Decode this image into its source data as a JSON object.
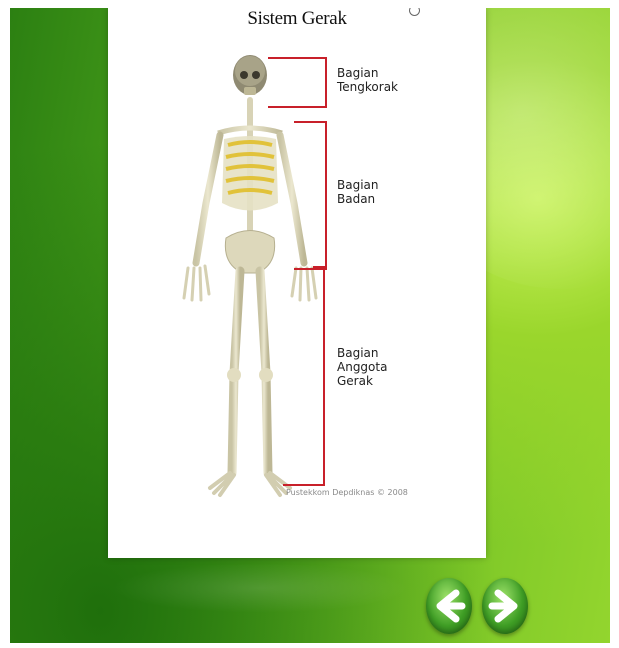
{
  "slide": {
    "title": "Sistem Gerak",
    "labels": {
      "skull": "Bagian\nTengkorak",
      "body": "Bagian\nBadan",
      "limbs": "Bagian\nAnggota\nGerak"
    },
    "credit": "Pustekkom Depdiknas © 2008"
  },
  "navigation": {
    "prev_icon": "arrow-left-icon",
    "next_icon": "arrow-right-icon"
  },
  "colors": {
    "bracket": "#c8202a",
    "background_green": "#4ea51c",
    "button_green": "#3f9e25"
  }
}
